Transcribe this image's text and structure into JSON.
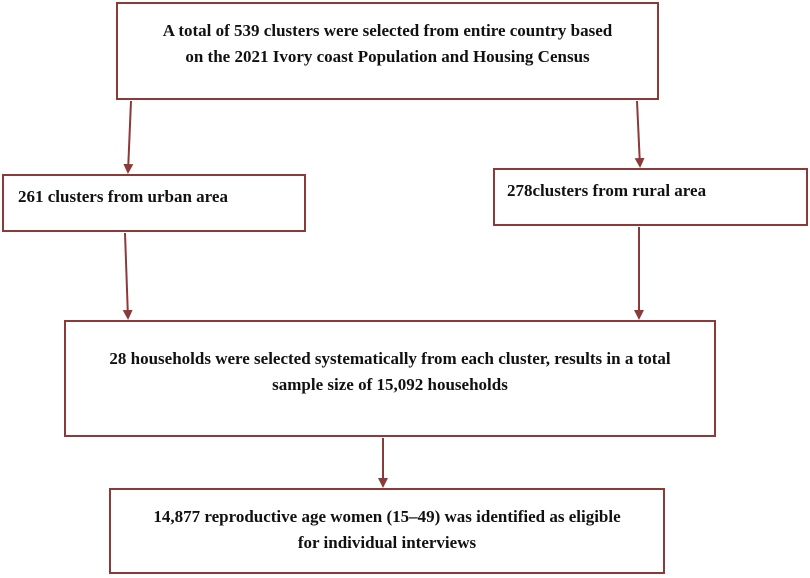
{
  "colors": {
    "border": "#8b3a3a",
    "arrow": "#8b3a3a",
    "text": "#111111"
  },
  "boxes": {
    "top": {
      "line1": "A total of 539 clusters were selected from entire country based",
      "line2": "on the 2021 Ivory coast Population and Housing Census"
    },
    "urban": {
      "text": "261 clusters from urban area"
    },
    "rural": {
      "text": "278clusters from rural area"
    },
    "households": {
      "line1": "28 households were selected systematically from each cluster, results in a total",
      "line2": "sample size of 15,092 households"
    },
    "women": {
      "line1": "14,877 reproductive age women (15–49) was identified as eligible",
      "line2": "for individual interviews"
    }
  }
}
